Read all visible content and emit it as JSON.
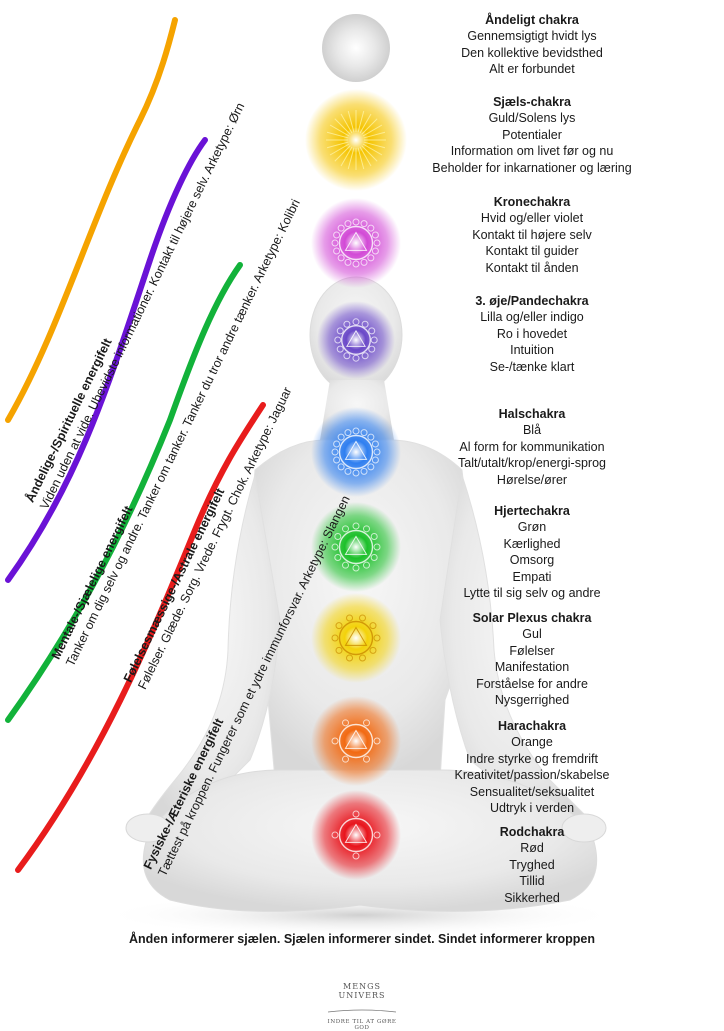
{
  "chakras": [
    {
      "id": "aandeligt",
      "title": "Åndeligt chakra",
      "lines": [
        "Gennemsigtigt hvidt lys",
        "Den kollektive bevidsthed",
        "Alt er forbundet"
      ],
      "color": "#e6e6e6",
      "icon": "white-orb-icon"
    },
    {
      "id": "sjaels",
      "title": "Sjæls-chakra",
      "lines": [
        "Guld/Solens lys",
        "Potentialer",
        "Information om livet før og nu",
        "Beholder for inkarnationer og læring"
      ],
      "color": "#f5c400",
      "icon": "golden-sun-icon"
    },
    {
      "id": "krone",
      "title": "Kronechakra",
      "lines": [
        "Hvid og/eller violet",
        "Kontakt til højere selv",
        "Kontakt til guider",
        "Kontakt til ånden"
      ],
      "color": "#d24ad6",
      "icon": "lotus-icon"
    },
    {
      "id": "pande",
      "title": "3. øje/Pandechakra",
      "lines": [
        "Lilla og/eller indigo",
        "Ro i hovedet",
        "Intuition",
        "Se-/tænke klart"
      ],
      "color": "#6a48c8",
      "icon": "third-eye-icon"
    },
    {
      "id": "hals",
      "title": "Halschakra",
      "lines": [
        "Blå",
        "Al form for kommunikation",
        "Talt/utalt/krop/energi-sprog",
        "Hørelse/ører"
      ],
      "color": "#2f7ff0",
      "icon": "throat-chakra-icon"
    },
    {
      "id": "hjerte",
      "title": "Hjertechakra",
      "lines": [
        "Grøn",
        "Kærlighed",
        "Omsorg",
        "Empati",
        "Lytte til sig selv og andre"
      ],
      "color": "#1cc02a",
      "icon": "heart-chakra-icon"
    },
    {
      "id": "solar",
      "title": "Solar Plexus chakra",
      "lines": [
        "Gul",
        "Følelser",
        "Manifestation",
        "Forståelse for andre",
        "Nysgerrighed"
      ],
      "color": "#f3d20a",
      "icon": "solar-plexus-icon"
    },
    {
      "id": "hara",
      "title": "Harachakra",
      "lines": [
        "Orange",
        "Indre styrke og fremdrift",
        "Kreativitet/passion/skabelse",
        "Sensualitet/seksualitet",
        "Udtryk i verden"
      ],
      "color": "#f26a12",
      "icon": "sacral-chakra-icon"
    },
    {
      "id": "rod",
      "title": "Rodchakra",
      "lines": [
        "Rød",
        "Tryghed",
        "Tillid",
        "Sikkerhed"
      ],
      "color": "#e8141c",
      "icon": "root-chakra-icon"
    }
  ],
  "fields": [
    {
      "title": "Åndelige-/Spirituelle energifelt",
      "desc": "Viden uden at vide. Ubevidste informationer. Kontakt til højere selv. Arketype: Ørn",
      "color": "#f5a300"
    },
    {
      "title": "Mentale-/Sjælelige energifelt",
      "desc": "Tanker om dig selv og andre. Tanker om tanker. Tanker du tror andre tænker. Arketype: Kolibri",
      "color": "#6a12d6"
    },
    {
      "title": "Følelsesmæssige-/Astrale energifelt",
      "desc": "Følelser. Glæde. Sorg. Vrede. Frygt. Chok. Arketype: Jaguar",
      "color": "#12b23a"
    },
    {
      "title": "Fysiske-/Æteriske energifelt",
      "desc": "Tættest på kroppen. Fungerer som et ydre immunforsvar. Arketype: Slangen",
      "color": "#e81c1c"
    }
  ],
  "footer": "Ånden informerer sjælen. Sjælen informerer sindet. Sindet informerer kroppen",
  "brand": {
    "name": "MENGS UNIVERS",
    "slogan": "INDRE TIL AT GØRE GOD"
  }
}
